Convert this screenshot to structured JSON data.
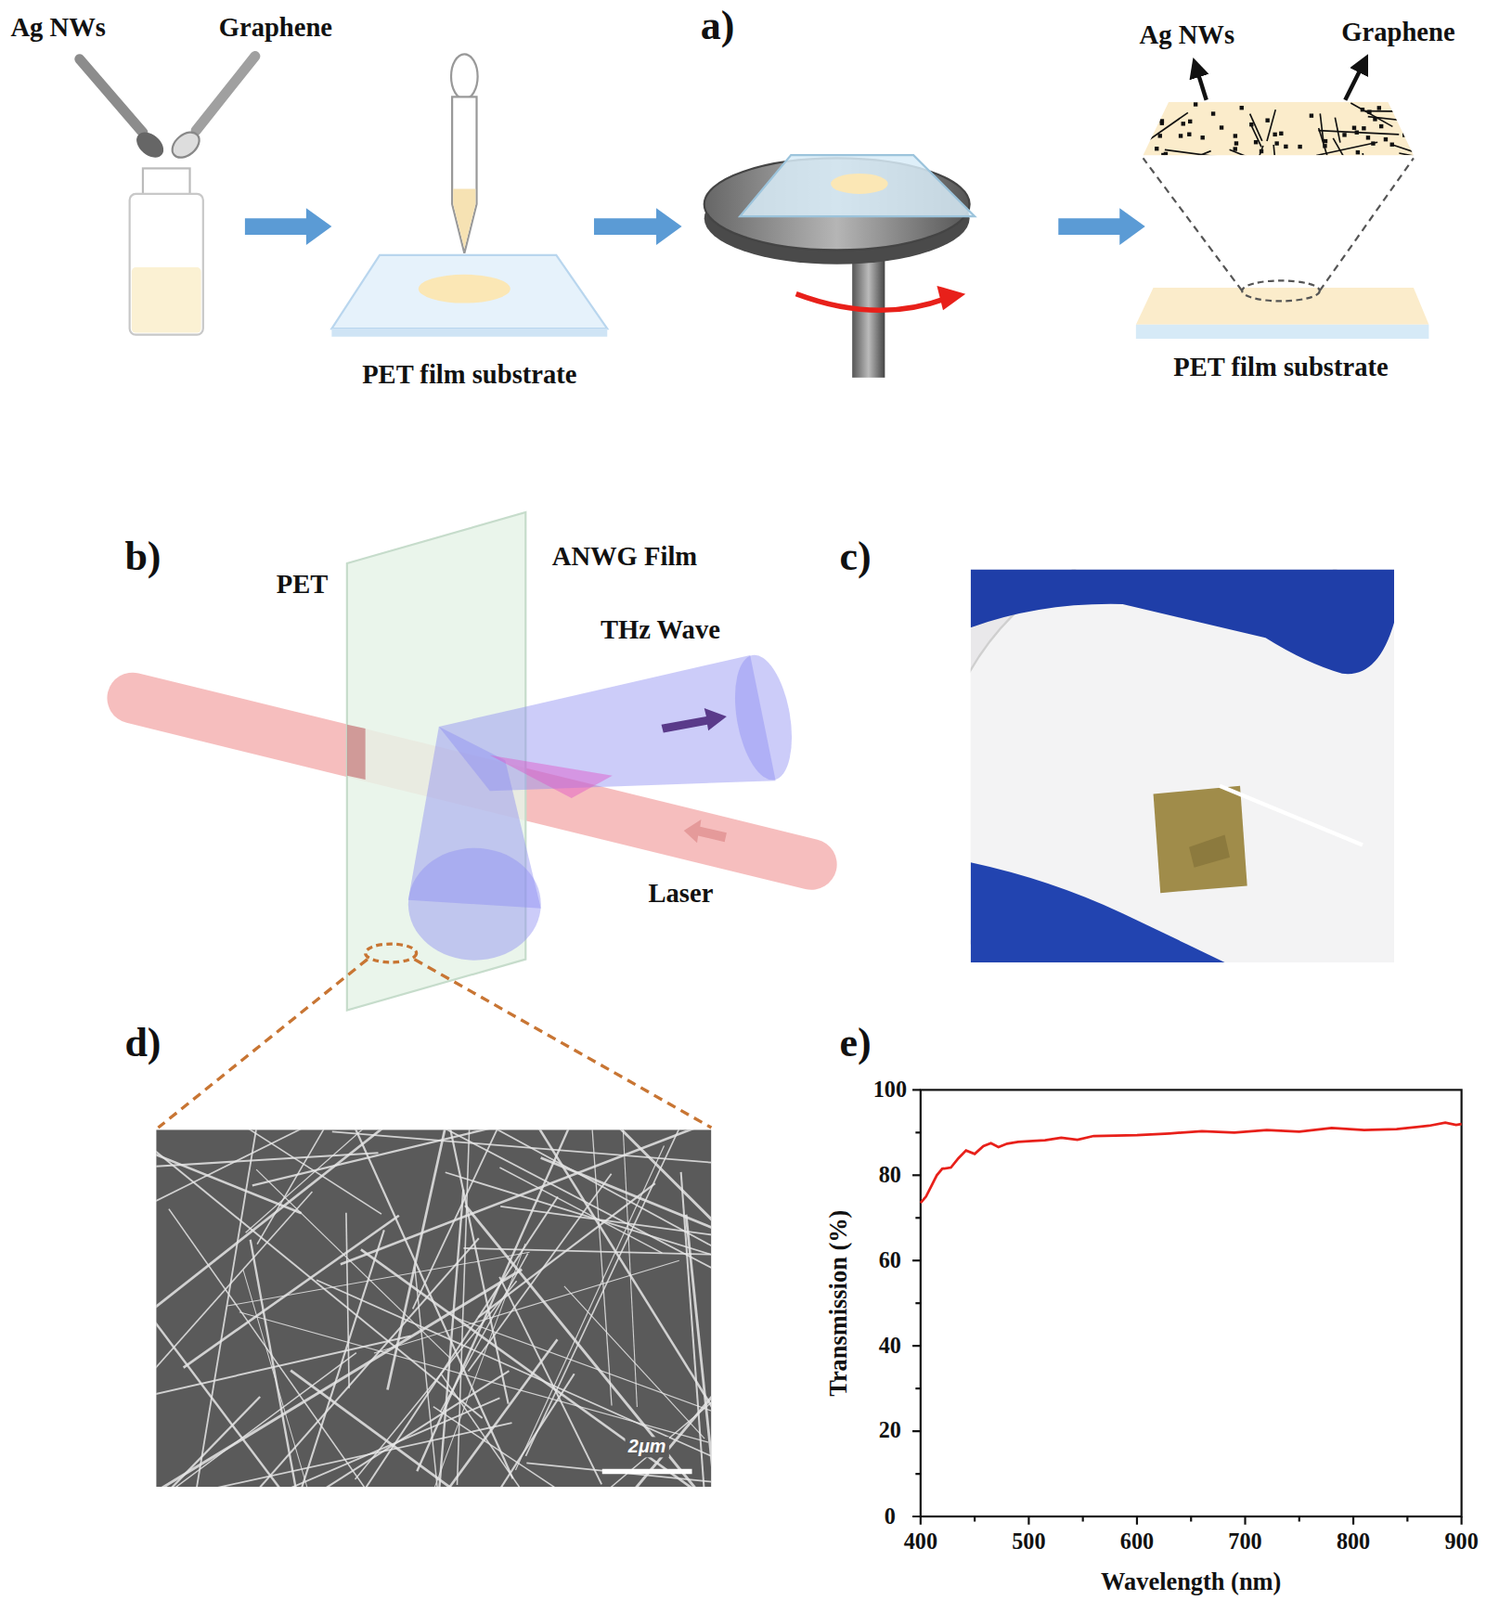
{
  "diagram": {
    "labels": [
      "Ag NWs",
      "Graphene",
      "a)",
      "Ag NWs",
      "Graphene",
      "PET film substrate",
      "PET film substrate",
      "b)",
      "PET",
      "ANWG Film",
      "THz Wave",
      "Laser",
      "c)",
      "d)",
      "e)",
      "2μm",
      "100",
      "80",
      "60",
      "40",
      "20",
      "0",
      "400",
      "500",
      "600",
      "700",
      "800",
      "900",
      "Transmission (%)",
      "Wavelength (nm)"
    ]
  }
}
